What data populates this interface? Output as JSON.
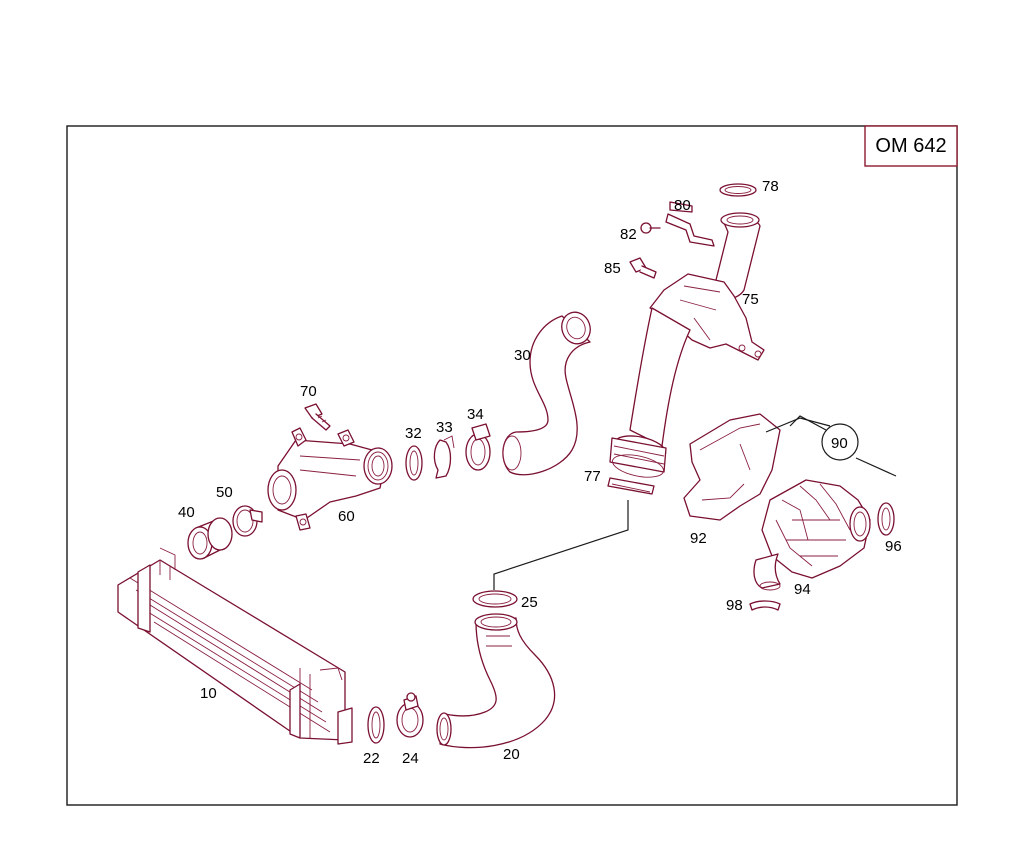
{
  "engine_code": "OM 642",
  "colors": {
    "frame": "#1a1a1a",
    "code_box": "#8b1a2e",
    "part_line": "#7a1030",
    "label": "#000000"
  },
  "labels": {
    "p10": "10",
    "p20": "20",
    "p22": "22",
    "p24": "24",
    "p25": "25",
    "p30": "30",
    "p32": "32",
    "p33": "33",
    "p34": "34",
    "p40": "40",
    "p50": "50",
    "p60": "60",
    "p70": "70",
    "p75": "75",
    "p77": "77",
    "p78": "78",
    "p80": "80",
    "p82": "82",
    "p85": "85",
    "p90": "90",
    "p92": "92",
    "p94": "94",
    "p96": "96",
    "p98": "98"
  }
}
